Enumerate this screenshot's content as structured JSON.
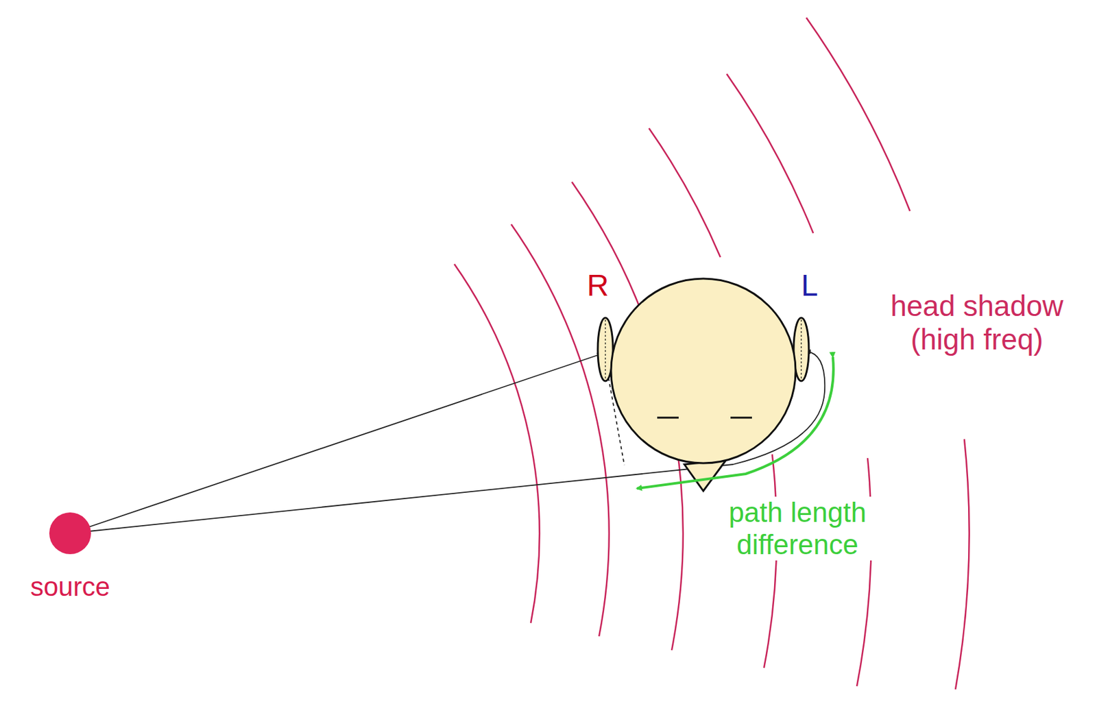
{
  "diagram": {
    "labels": [
      "source",
      "R",
      "L",
      "head shadow (high freq)",
      "path length difference"
    ]
  }
}
